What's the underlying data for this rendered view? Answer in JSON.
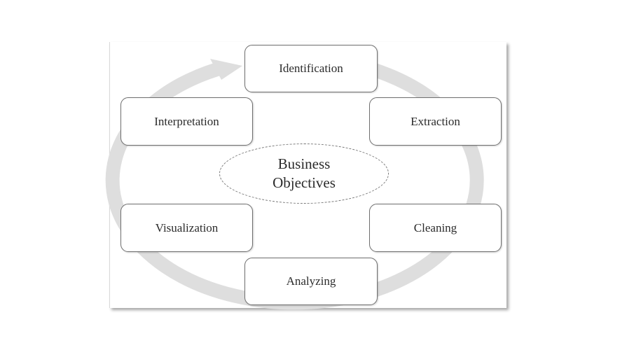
{
  "diagram": {
    "center": {
      "line1": "Business",
      "line2": "Objectives"
    },
    "steps": [
      {
        "id": "identification",
        "label": "Identification"
      },
      {
        "id": "extraction",
        "label": "Extraction"
      },
      {
        "id": "cleaning",
        "label": "Cleaning"
      },
      {
        "id": "analyzing",
        "label": "Analyzing"
      },
      {
        "id": "visualization",
        "label": "Visualization"
      },
      {
        "id": "interpretation",
        "label": "Interpretation"
      }
    ],
    "flow_direction": "clockwise",
    "colors": {
      "cycle_ring": "#dedede",
      "node_border": "#6e6e6e",
      "text": "#2b2b2b",
      "background": "#ffffff"
    }
  }
}
